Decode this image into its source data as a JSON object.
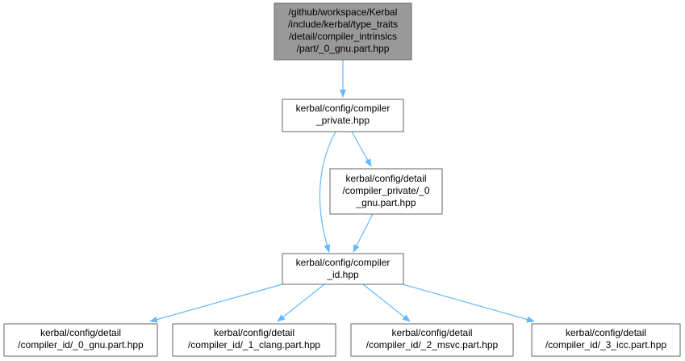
{
  "colors": {
    "root_fill": "#999999",
    "node_fill": "#ffffff",
    "border": "#666666",
    "edge": "#63b8ff"
  },
  "nodes": [
    {
      "id": "root",
      "lines": [
        "/github/workspace/Kerbal",
        "/include/kerbal/type_traits",
        "/detail/compiler_intrinsics",
        "/part/_0_gnu.part.hpp"
      ]
    },
    {
      "id": "compiler-private",
      "lines": [
        "kerbal/config/compiler",
        "_private.hpp"
      ]
    },
    {
      "id": "compiler-private-gnu",
      "lines": [
        "kerbal/config/detail",
        "/compiler_private/_0",
        "_gnu.part.hpp"
      ]
    },
    {
      "id": "compiler-id",
      "lines": [
        "kerbal/config/compiler",
        "_id.hpp"
      ]
    },
    {
      "id": "id-gnu",
      "lines": [
        "kerbal/config/detail",
        "/compiler_id/_0_gnu.part.hpp"
      ]
    },
    {
      "id": "id-clang",
      "lines": [
        "kerbal/config/detail",
        "/compiler_id/_1_clang.part.hpp"
      ]
    },
    {
      "id": "id-msvc",
      "lines": [
        "kerbal/config/detail",
        "/compiler_id/_2_msvc.part.hpp"
      ]
    },
    {
      "id": "id-icc",
      "lines": [
        "kerbal/config/detail",
        "/compiler_id/_3_icc.part.hpp"
      ]
    }
  ],
  "edges": [
    {
      "from": "root",
      "to": "compiler-private"
    },
    {
      "from": "compiler-private",
      "to": "compiler-id"
    },
    {
      "from": "compiler-private",
      "to": "compiler-private-gnu"
    },
    {
      "from": "compiler-private-gnu",
      "to": "compiler-id"
    },
    {
      "from": "compiler-id",
      "to": "id-gnu"
    },
    {
      "from": "compiler-id",
      "to": "id-clang"
    },
    {
      "from": "compiler-id",
      "to": "id-msvc"
    },
    {
      "from": "compiler-id",
      "to": "id-icc"
    }
  ]
}
